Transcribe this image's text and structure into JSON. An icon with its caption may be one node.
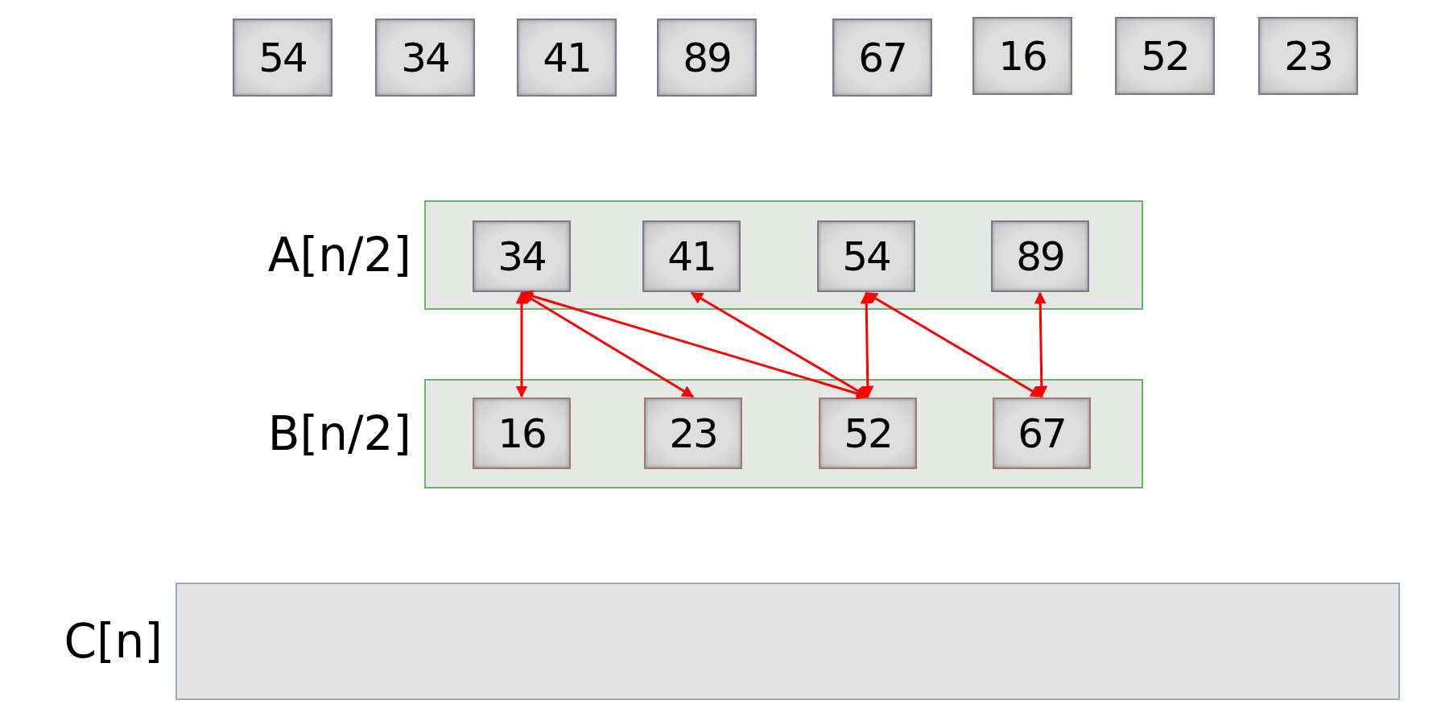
{
  "diagram": {
    "nodes": [
      {
        "text": [
          "54"
        ]
      },
      {
        "text": [
          "34"
        ]
      },
      {
        "text": [
          "41"
        ]
      },
      {
        "text": [
          "89"
        ]
      },
      {
        "text": [
          "67"
        ]
      },
      {
        "text": [
          "16"
        ]
      },
      {
        "text": [
          "52"
        ]
      },
      {
        "text": [
          "23"
        ]
      },
      {
        "text": [
          "A[n/2]"
        ]
      },
      {
        "text": [
          "34"
        ],
        "in": 8
      },
      {
        "text": [
          "41"
        ],
        "in": 8
      },
      {
        "text": [
          "54"
        ],
        "in": 8
      },
      {
        "text": [
          "89"
        ],
        "in": 8
      },
      {
        "text": [
          "B[n/2]"
        ]
      },
      {
        "text": [
          "16"
        ],
        "in": 13
      },
      {
        "text": [
          "23"
        ],
        "in": 13
      },
      {
        "text": [
          "52"
        ],
        "in": 13
      },
      {
        "text": [
          "67"
        ],
        "in": 13
      },
      {
        "text": [
          "C[n]"
        ]
      }
    ],
    "edges": [
      {
        "from": 9,
        "to": 14,
        "arrow": "both",
        "color": "#ff0000"
      },
      {
        "from": 9,
        "to": 15,
        "arrow": "both",
        "color": "#ff0000"
      },
      {
        "from": 9,
        "to": 16,
        "arrow": "both",
        "color": "#ff0000"
      },
      {
        "from": 10,
        "to": 16,
        "arrow": "both",
        "color": "#ff0000"
      },
      {
        "from": 11,
        "to": 16,
        "arrow": "both",
        "color": "#ff0000"
      },
      {
        "from": 11,
        "to": 17,
        "arrow": "both",
        "color": "#ff0000"
      },
      {
        "from": 12,
        "to": 17,
        "arrow": "both",
        "color": "#ff0000"
      }
    ]
  }
}
